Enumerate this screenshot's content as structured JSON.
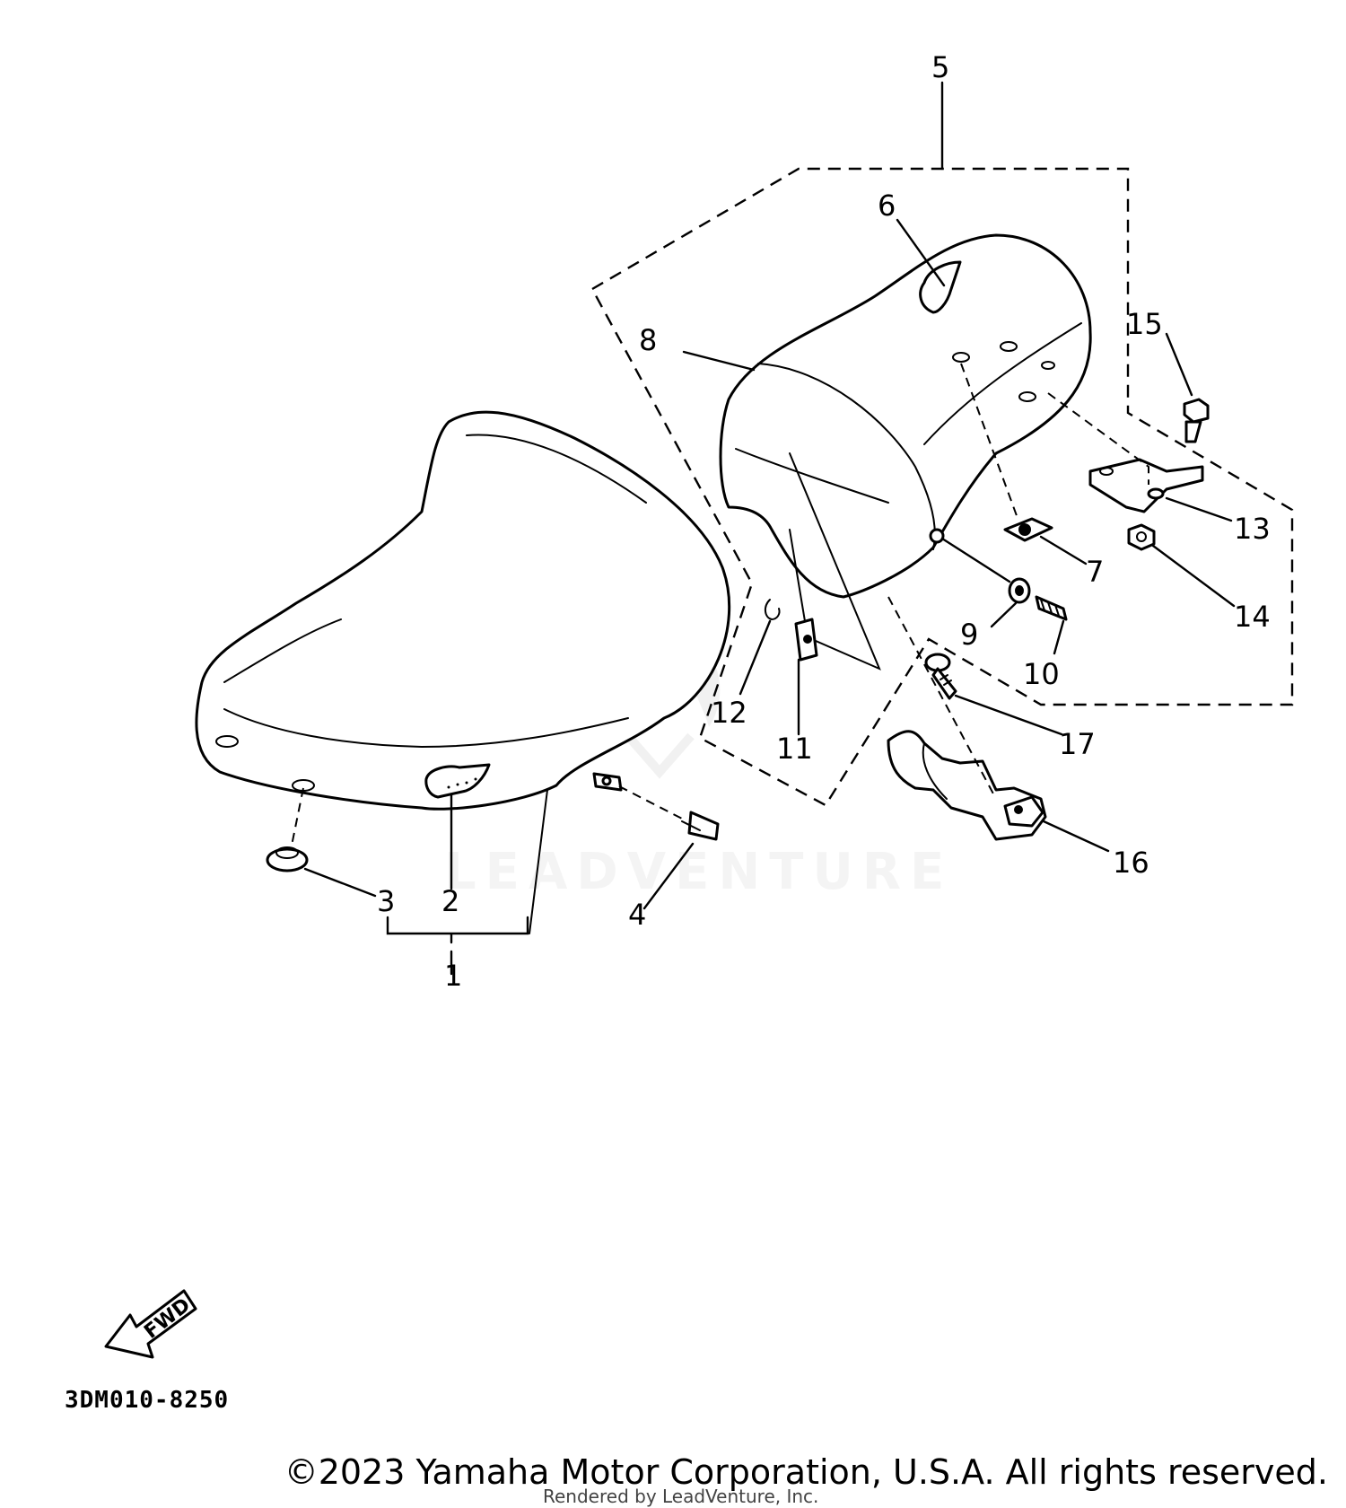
{
  "diagram": {
    "part_code": "3DM010-8250",
    "direction_label": "FWD",
    "watermark_text": "LEADVENTURE",
    "copyright": "©2023 Yamaha Motor Corporation, U.S.A. All rights reserved.",
    "rendered_by": "Rendered by LeadVenture, Inc."
  },
  "callouts": {
    "c1": "1",
    "c2": "2",
    "c3": "3",
    "c4": "4",
    "c5": "5",
    "c6": "6",
    "c7": "7",
    "c8": "8",
    "c9": "9",
    "c10": "10",
    "c11": "11",
    "c12": "12",
    "c13": "13",
    "c14": "14",
    "c15": "15",
    "c16": "16",
    "c17": "17"
  }
}
